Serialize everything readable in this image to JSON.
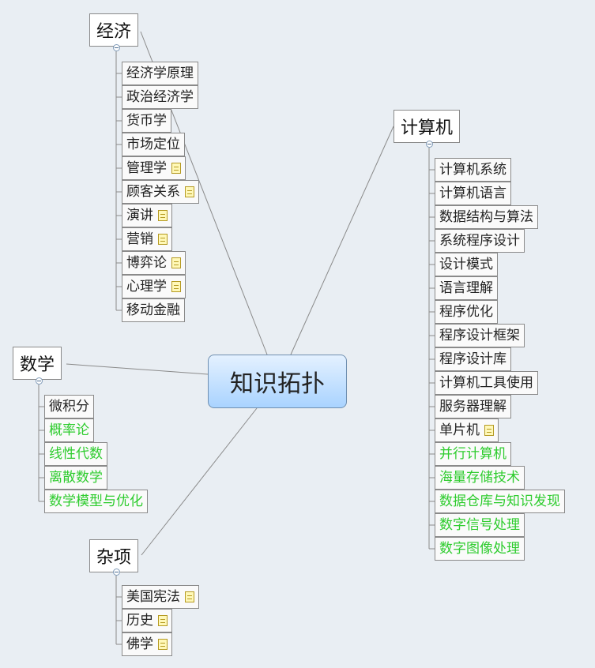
{
  "center": "知识拓扑",
  "branches": [
    {
      "key": "econ",
      "title": "经济",
      "children": [
        {
          "label": "经济学原理",
          "note": false,
          "green": false
        },
        {
          "label": "政治经济学",
          "note": false,
          "green": false
        },
        {
          "label": "货币学",
          "note": false,
          "green": false
        },
        {
          "label": "市场定位",
          "note": false,
          "green": false
        },
        {
          "label": "管理学",
          "note": true,
          "green": false
        },
        {
          "label": "顾客关系",
          "note": true,
          "green": false
        },
        {
          "label": "演讲",
          "note": true,
          "green": false
        },
        {
          "label": "营销",
          "note": true,
          "green": false
        },
        {
          "label": "博弈论",
          "note": true,
          "green": false
        },
        {
          "label": "心理学",
          "note": true,
          "green": false
        },
        {
          "label": "移动金融",
          "note": false,
          "green": false
        }
      ]
    },
    {
      "key": "cs",
      "title": "计算机",
      "children": [
        {
          "label": "计算机系统",
          "note": false,
          "green": false
        },
        {
          "label": "计算机语言",
          "note": false,
          "green": false
        },
        {
          "label": "数据结构与算法",
          "note": false,
          "green": false
        },
        {
          "label": "系统程序设计",
          "note": false,
          "green": false
        },
        {
          "label": "设计模式",
          "note": false,
          "green": false
        },
        {
          "label": "语言理解",
          "note": false,
          "green": false
        },
        {
          "label": "程序优化",
          "note": false,
          "green": false
        },
        {
          "label": "程序设计框架",
          "note": false,
          "green": false
        },
        {
          "label": "程序设计库",
          "note": false,
          "green": false
        },
        {
          "label": "计算机工具使用",
          "note": false,
          "green": false
        },
        {
          "label": "服务器理解",
          "note": false,
          "green": false
        },
        {
          "label": "单片机",
          "note": true,
          "green": false
        },
        {
          "label": "并行计算机",
          "note": false,
          "green": true
        },
        {
          "label": "海量存储技术",
          "note": false,
          "green": true
        },
        {
          "label": "数据仓库与知识发现",
          "note": false,
          "green": true
        },
        {
          "label": "数字信号处理",
          "note": false,
          "green": true
        },
        {
          "label": "数字图像处理",
          "note": false,
          "green": true
        }
      ]
    },
    {
      "key": "math",
      "title": "数学",
      "children": [
        {
          "label": "微积分",
          "note": false,
          "green": false
        },
        {
          "label": "概率论",
          "note": false,
          "green": true
        },
        {
          "label": "线性代数",
          "note": false,
          "green": true
        },
        {
          "label": "离散数学",
          "note": false,
          "green": true
        },
        {
          "label": "数学模型与优化",
          "note": false,
          "green": true
        }
      ]
    },
    {
      "key": "misc",
      "title": "杂项",
      "children": [
        {
          "label": "美国宪法",
          "note": true,
          "green": false
        },
        {
          "label": "历史",
          "note": true,
          "green": false
        },
        {
          "label": "佛学",
          "note": true,
          "green": false
        }
      ]
    }
  ],
  "colors": {
    "background": "#e9eef3",
    "center_fill": "#a9d3ff",
    "line": "#8a8a8a",
    "green_text": "#2ecc2e",
    "note_icon": "#fff8b8"
  }
}
